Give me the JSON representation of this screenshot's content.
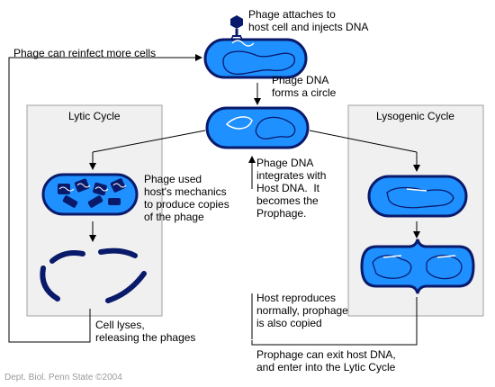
{
  "labels": {
    "phage_attaches": "Phage attaches to\nhost cell and injects DNA",
    "reinfect": "Phage can reinfect more cells",
    "phage_dna_circle": "Phage DNA\nforms a circle",
    "lytic_title": "Lytic Cycle",
    "lysogenic_title": "Lysogenic Cycle",
    "phage_used": "Phage used\nhost's mechanics\nto produce copies\nof the phage",
    "integrates": "Phage DNA\nintegrates with\nHost DNA.  It\nbecomes the\nProphage.",
    "host_reproduces": "Host reproduces\nnormally, prophage\nis also copied",
    "cell_lyses": "Cell lyses,\nreleasing the phages",
    "prophage_exit": "Prophage can exit host DNA,\nand enter into the Lytic Cycle",
    "credit": "Dept. Biol. Penn State ©2004"
  },
  "colors": {
    "cell_fill": "#1e90ff",
    "cell_outline": "#0a1a6b",
    "dna": "#ffffff",
    "phage": "#0a1a6b",
    "panel_fill": "#f0f0f0",
    "panel_border": "#a0a0a0"
  }
}
